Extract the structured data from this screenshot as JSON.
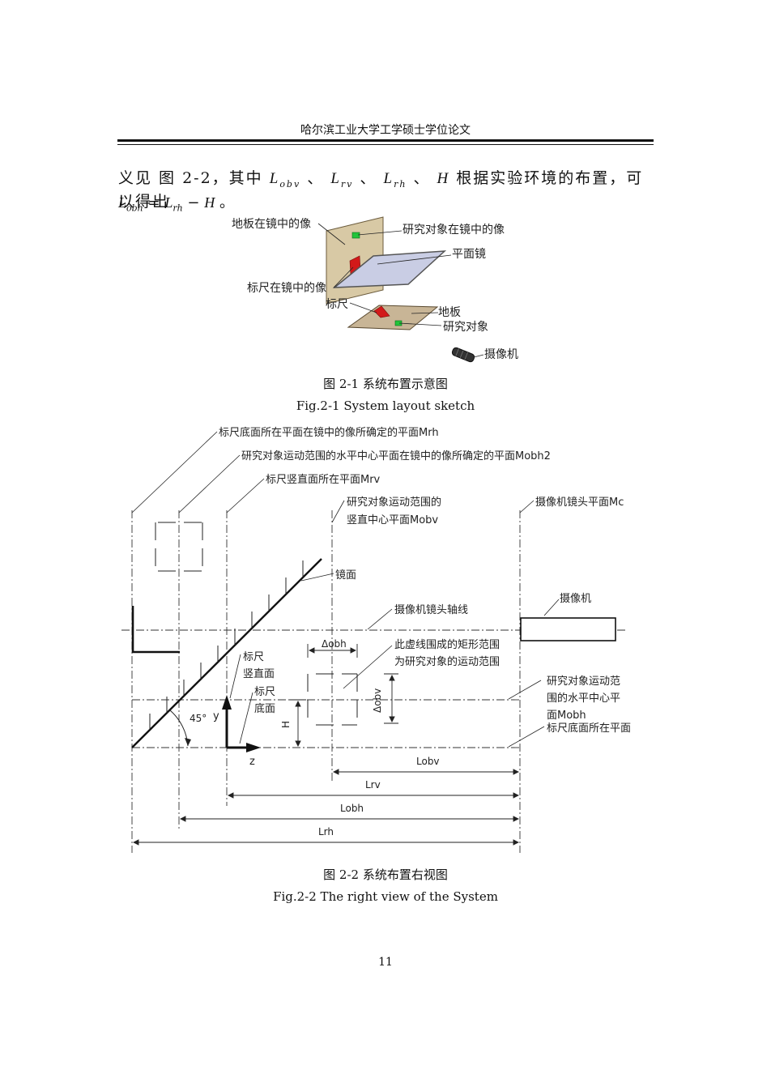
{
  "header": {
    "title": "哈尔滨工业大学工学硕士学位论文"
  },
  "paragraph": {
    "lead": "义见 图 2-2，其中",
    "sep1": "、",
    "sep2": "、",
    "sep3": "、",
    "tail": "根据实验环境的布置，可以得出",
    "L": "L",
    "sub_obv": "obv",
    "sub_rv": "rv",
    "sub_rh": "rh",
    "H": "H",
    "formula_end": "。",
    "sub_obh": "obh",
    "eq": "=",
    "minus": "−"
  },
  "figure1": {
    "labels": {
      "floor_mirror_image": "地板在镜中的像",
      "object_mirror_image": "研究对象在镜中的像",
      "plane_mirror": "平面镜",
      "ruler_mirror_image": "标尺在镜中的像",
      "ruler": "标尺",
      "floor": "地板",
      "object": "研究对象",
      "camera": "摄像机"
    },
    "caption_cn": "图 2-1  系统布置示意图",
    "caption_en": "Fig.2-1 System layout sketch"
  },
  "figure2": {
    "labels": {
      "plane_mrh": "标尺底面所在平面在镜中的像所确定的平面Mrh",
      "plane_mobh2": "研究对象运动范围的水平中心平面在镜中的像所确定的平面Mobh2",
      "plane_mrv": "标尺竖直面所在平面Mrv",
      "plane_mobv_1": "研究对象运动范围的",
      "plane_mobv_2": "竖直中心平面Mobv",
      "plane_mc": "摄像机镜头平面Mc",
      "mirror": "镜面",
      "camera": "摄像机",
      "camera_axis": "摄像机镜头轴线",
      "delta_obh": "Δobh",
      "delta_obv": "Δobv",
      "rect_note_1": "此虚线围成的矩形范围",
      "rect_note_2": "为研究对象的运动范围",
      "ruler_vertical_1": "标尺",
      "ruler_vertical_2": "竖直面",
      "ruler_bottom_1": "标尺",
      "ruler_bottom_2": "底面",
      "plane_mobh_1": "研究对象运动范",
      "plane_mobh_2": "围的水平中心平",
      "plane_mobh_3": "面Mobh",
      "ruler_bottom_plane": "标尺底面所在平面",
      "angle": "45°",
      "axis_y": "y",
      "axis_z": "z",
      "height": "H",
      "l_obv": "Lobv",
      "l_rv": "Lrv",
      "l_obh": "Lobh",
      "l_rh": "Lrh"
    },
    "caption_cn": "图 2-2  系统布置右视图",
    "caption_en": "Fig.2-2 The right view of the System"
  },
  "page_number": "11",
  "colors": {
    "red": "#d21a1a",
    "green": "#22c43a",
    "floor": "#d8c9a5",
    "mirror": "#c9cde4",
    "floor2": "#c8b596"
  }
}
